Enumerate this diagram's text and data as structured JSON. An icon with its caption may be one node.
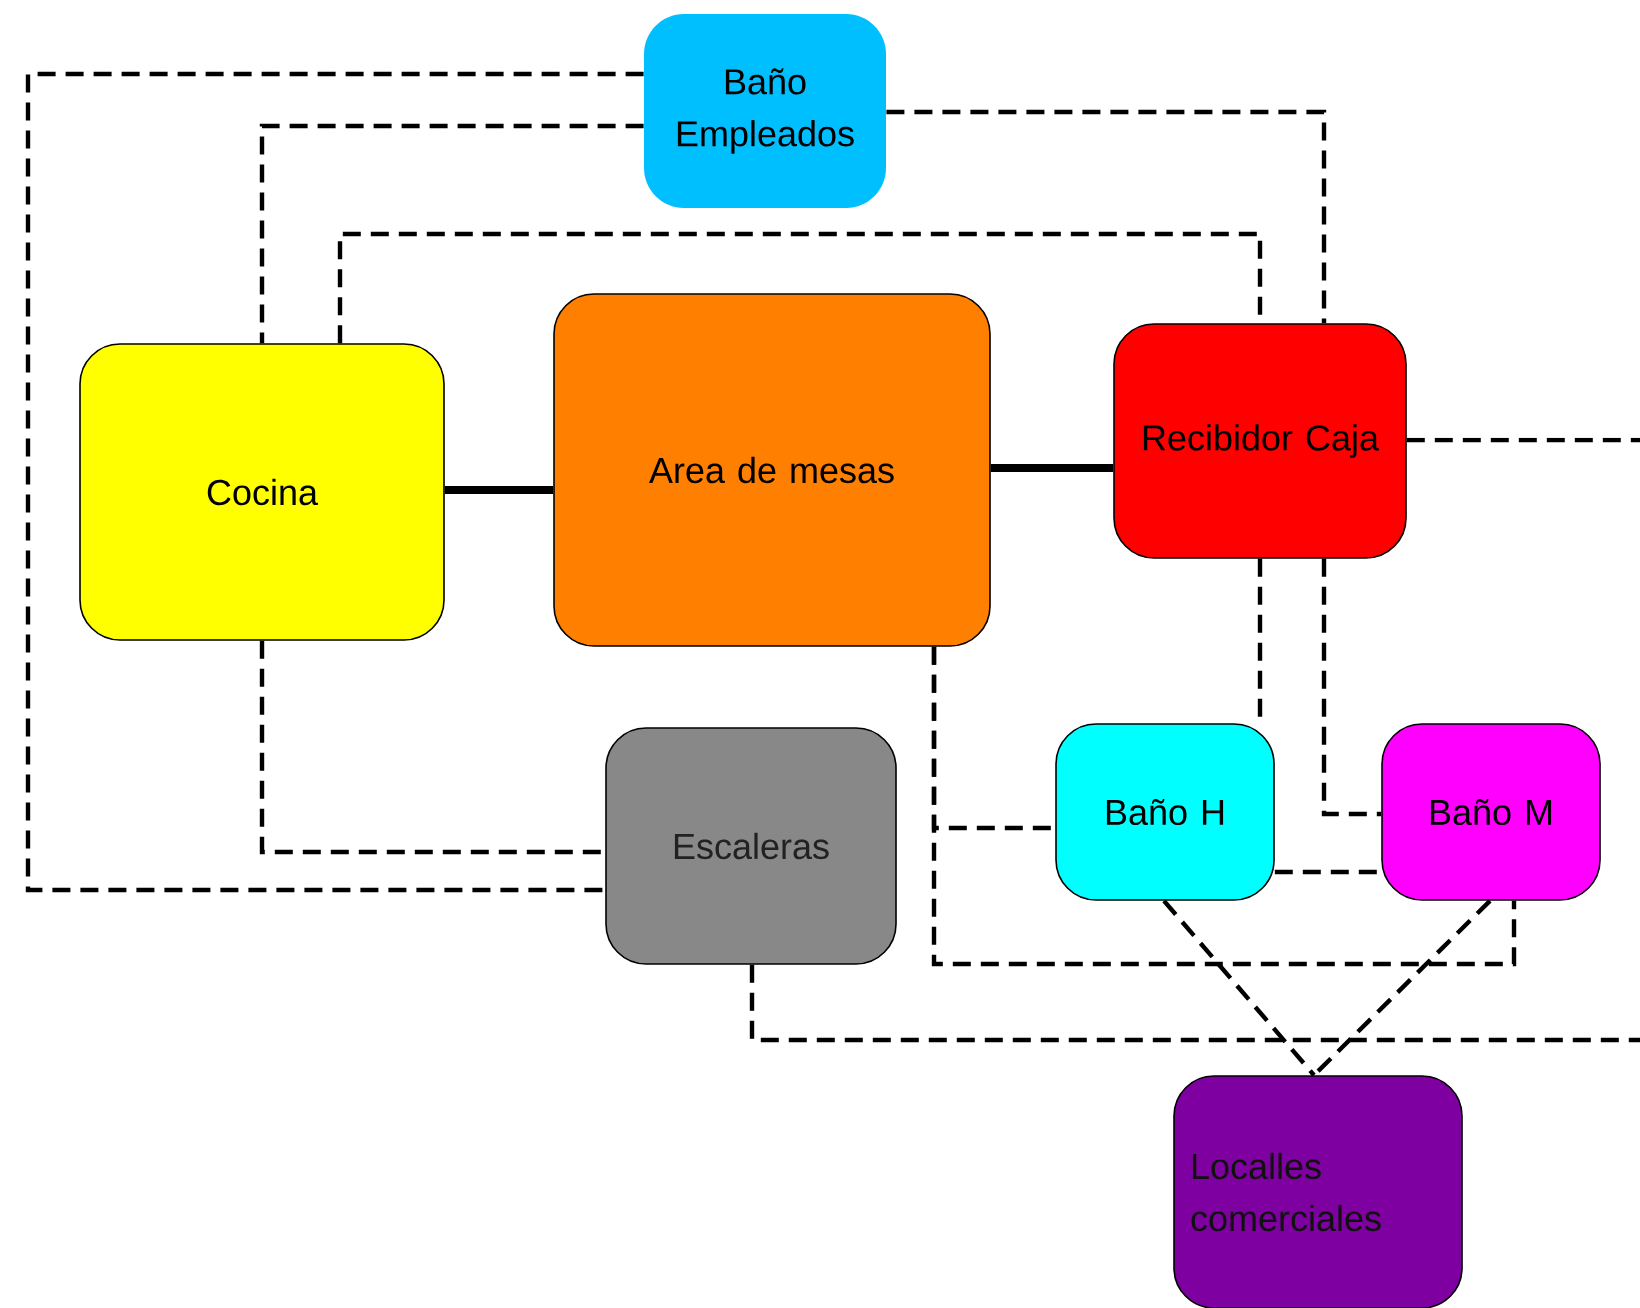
{
  "diagram": {
    "nodes": [
      {
        "text": [
          "Baño Empleados"
        ]
      },
      {
        "text": [
          "Cocina"
        ]
      },
      {
        "text": [
          "Area de mesas"
        ]
      },
      {
        "text": [
          "Recibidor Caja"
        ]
      },
      {
        "text": [
          "Escaleras"
        ]
      },
      {
        "text": [
          "Baño H"
        ]
      },
      {
        "text": [
          "Baño M"
        ]
      },
      {
        "text": [
          "Localles comerciales"
        ]
      }
    ],
    "edges": [
      {
        "from": 0,
        "to": 4,
        "arrow": "none",
        "style": "dashed"
      },
      {
        "from": 0,
        "to": 1,
        "arrow": "none",
        "style": "dashed"
      },
      {
        "from": 0,
        "to": 3,
        "arrow": "none",
        "style": "dashed"
      },
      {
        "from": 1,
        "to": 3,
        "arrow": "none",
        "style": "dashed"
      },
      {
        "from": 1,
        "to": 2,
        "arrow": "none",
        "style": "thick"
      },
      {
        "from": 2,
        "to": 3,
        "arrow": "none",
        "style": "thick"
      },
      {
        "from": 3,
        "to": null,
        "arrow": "none",
        "style": "dashed"
      },
      {
        "from": 1,
        "to": 4,
        "arrow": "none",
        "style": "dashed"
      },
      {
        "from": 2,
        "to": 5,
        "arrow": "none",
        "style": "dashed"
      },
      {
        "from": 2,
        "to": 6,
        "arrow": "none",
        "style": "dashed"
      },
      {
        "from": 3,
        "to": 5,
        "arrow": "none",
        "style": "dashed"
      },
      {
        "from": 3,
        "to": 6,
        "arrow": "none",
        "style": "dashed"
      },
      {
        "from": 5,
        "to": 6,
        "arrow": "none",
        "style": "dashed"
      },
      {
        "from": 5,
        "to": 7,
        "arrow": "none",
        "style": "dashed"
      },
      {
        "from": 6,
        "to": 7,
        "arrow": "none",
        "style": "dashed"
      },
      {
        "from": 4,
        "to": null,
        "arrow": "none",
        "style": "dashed"
      }
    ]
  }
}
